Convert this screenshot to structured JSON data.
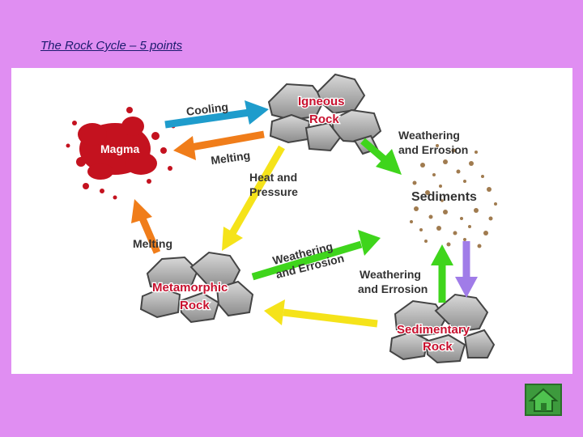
{
  "slide": {
    "title": "The Rock Cycle – 5 points"
  },
  "diagram": {
    "nodes": {
      "igneous": [
        "Igneous",
        "Rock"
      ],
      "sediments": "Sediments",
      "metamorphic": [
        "Metamorphic",
        "Rock"
      ],
      "sedimentary": [
        "Sedimentary",
        "Rock"
      ],
      "magma": "Magma"
    },
    "processes": {
      "cooling": "Cooling",
      "melting_top": "Melting",
      "melting_left": "Melting",
      "heat_pressure": [
        "Heat and",
        "Pressure"
      ],
      "weathering_top": [
        "Weathering",
        "and Errosion"
      ],
      "weathering_middle": [
        "Weathering",
        "and Errosion"
      ],
      "weathering_right": [
        "Weathering",
        "and Errosion"
      ]
    },
    "colors": {
      "cooling_arrow": "#1e9ccc",
      "melting_arrow": "#f07d1a",
      "pressure_arrow": "#f5e31a",
      "weathering_arrow": "#3fd51c",
      "compaction_arrow": "#a07ce8",
      "node_label": "#c8102e",
      "background": "#e08ef2"
    }
  },
  "navigation": {
    "home_icon": "home-icon"
  }
}
